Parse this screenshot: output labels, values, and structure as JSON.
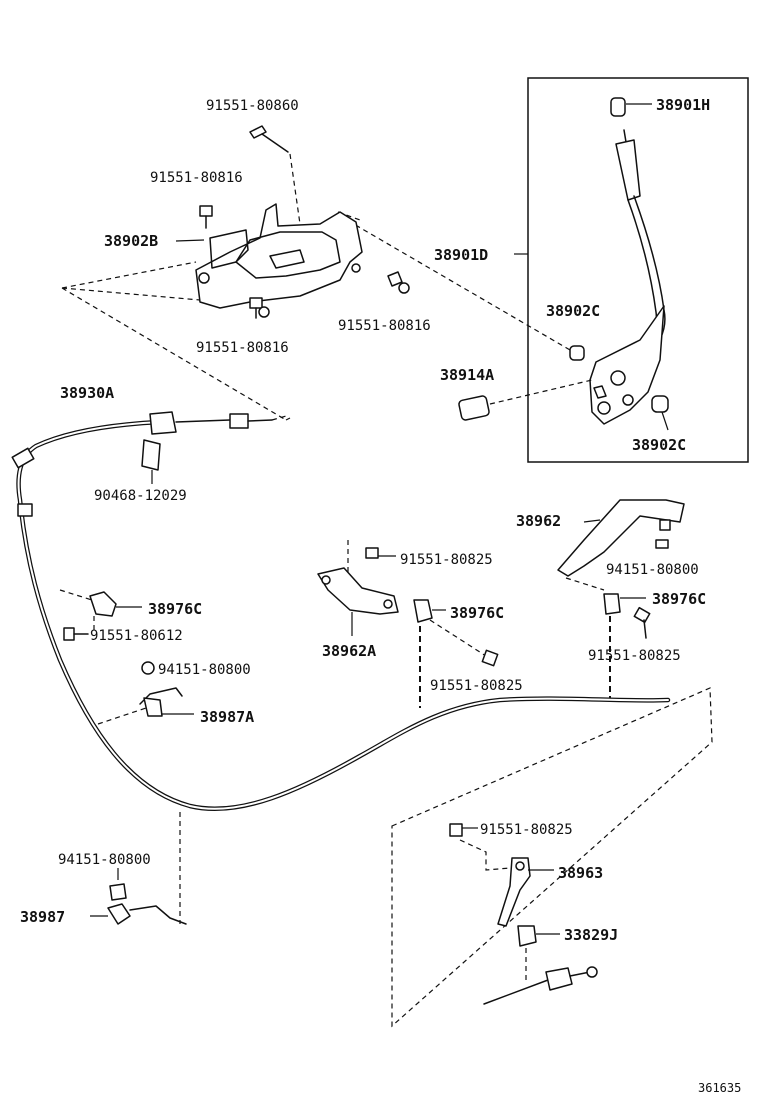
{
  "labels": {
    "p91551_80860": "91551-80860",
    "p91551_80816_a": "91551-80816",
    "p38902B": "38902B",
    "p91551_80816_b": "91551-80816",
    "p91551_80816_c": "91551-80816",
    "p38901H": "38901H",
    "p38901D": "38901D",
    "p38902C_a": "38902C",
    "p38914A": "38914A",
    "p38902C_b": "38902C",
    "p38930A": "38930A",
    "p90468_12029": "90468-12029",
    "p38962": "38962",
    "p94151_80800_a": "94151-80800",
    "p91551_80825_a": "91551-80825",
    "p38976C_a": "38976C",
    "p38976C_b": "38976C",
    "p38976C_c": "38976C",
    "p91551_80612": "91551-80612",
    "p38962A": "38962A",
    "p91551_80825_b": "91551-80825",
    "p91551_80825_c": "91551-80825",
    "p94151_80800_b": "94151-80800",
    "p38987A": "38987A",
    "p91551_80825_d": "91551-80825",
    "p38963": "38963",
    "p94151_80800_c": "94151-80800",
    "p38987": "38987",
    "p33829J": "33829J"
  },
  "reference_number": "361635"
}
